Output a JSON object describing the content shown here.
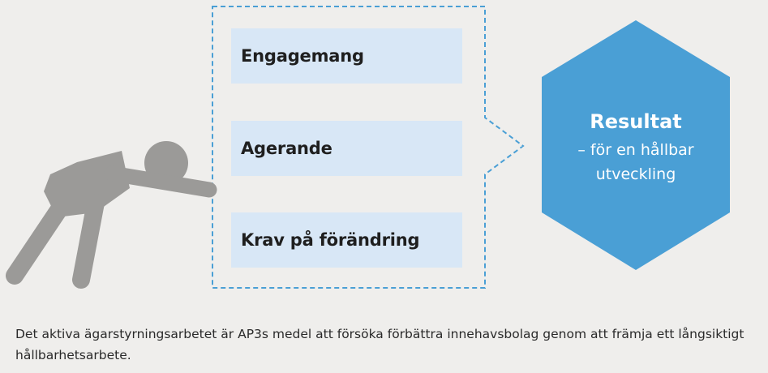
{
  "diagram": {
    "factors": [
      {
        "label": "Engagemang"
      },
      {
        "label": "Agerande"
      },
      {
        "label": "Krav på förändring"
      }
    ],
    "result": {
      "title": "Resultat",
      "subtitle_line1": "– för en hållbar",
      "subtitle_line2": "utveckling"
    },
    "colors": {
      "background": "#efeeec",
      "bar_fill": "#d8e7f6",
      "dashed_border": "#4a9fd5",
      "hexagon": "#4a9fd5",
      "figure": "#9b9a98"
    },
    "icons": [
      "pushing-person-icon"
    ]
  },
  "caption": {
    "text": "Det aktiva ägarstyrningsarbetet är AP3s medel att försöka förbättra innehavsbolag genom att främja ett långsiktigt hållbarhetsarbete."
  }
}
